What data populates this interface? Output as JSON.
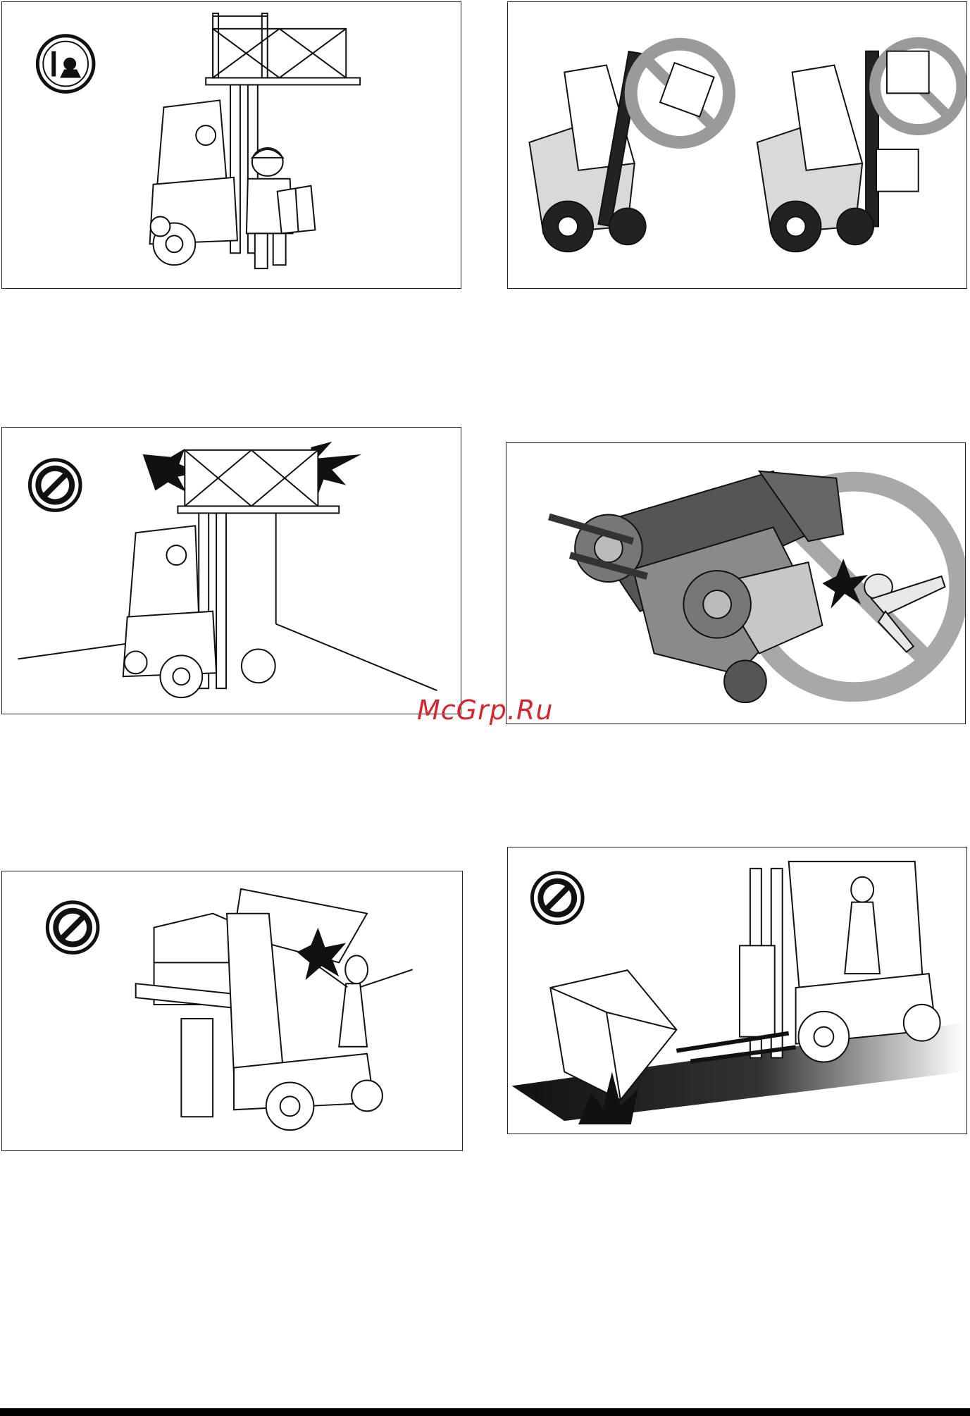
{
  "watermark": {
    "text": "McGrp.Ru",
    "color": "#d0282e"
  },
  "panels": [
    {
      "id": "p1",
      "icon": "manual-read-icon",
      "scene": "operator-reading-manual-forklift"
    },
    {
      "id": "p2",
      "icon": "prohibition-circle-icon",
      "scene": "forklift-tipping-load-tilt"
    },
    {
      "id": "p3",
      "icon": "prohibition-sign-icon",
      "scene": "load-hitting-ceiling"
    },
    {
      "id": "p4",
      "icon": "prohibition-circle-icon",
      "scene": "forklift-overturn-driver-jumping"
    },
    {
      "id": "p5",
      "icon": "prohibition-sign-icon",
      "scene": "load-falling-on-driver"
    },
    {
      "id": "p6",
      "icon": "prohibition-sign-icon",
      "scene": "load-falling-on-slope"
    }
  ],
  "colors": {
    "line": "#111111",
    "gray": "#8a8a8a",
    "lightgray": "#cfcfcf"
  }
}
